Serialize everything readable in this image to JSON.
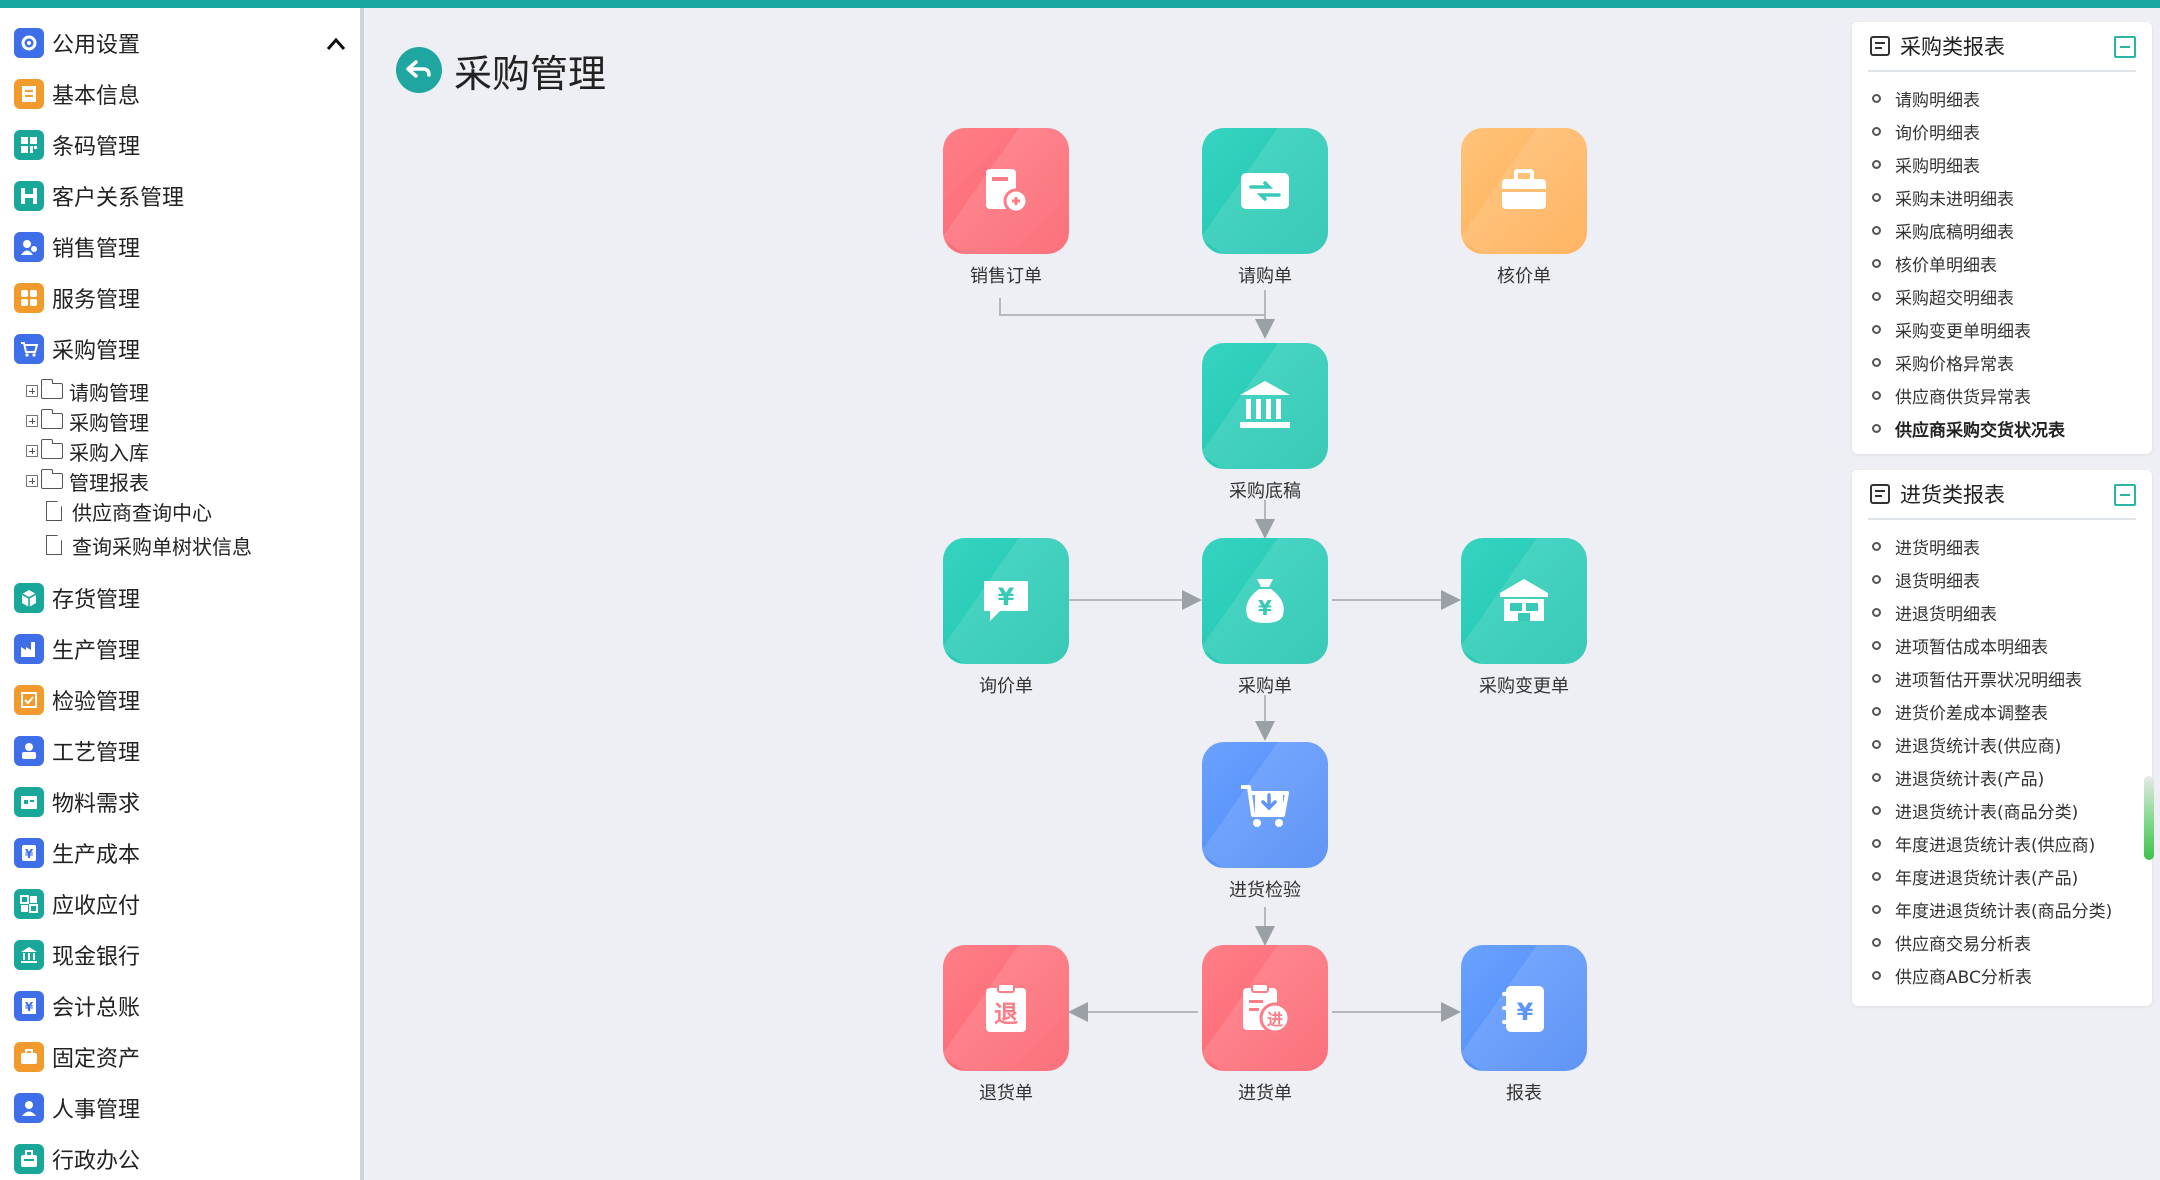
{
  "colors": {
    "accent": "#18a8a0",
    "red": "#fb5d69",
    "teal": "#1ec2ad",
    "orange": "#ffa94c",
    "blue": "#4a86f5"
  },
  "sidebar": {
    "items": [
      {
        "label": "公用设置",
        "icon": "gear-icon",
        "color": "#3f6fe8"
      },
      {
        "label": "基本信息",
        "icon": "document-icon",
        "color": "#f39a2c"
      },
      {
        "label": "条码管理",
        "icon": "barcode-icon",
        "color": "#19a79a"
      },
      {
        "label": "客户关系管理",
        "icon": "customer-icon",
        "color": "#19a79a"
      },
      {
        "label": "销售管理",
        "icon": "sales-icon",
        "color": "#3f6fe8"
      },
      {
        "label": "服务管理",
        "icon": "service-icon",
        "color": "#f39a2c"
      },
      {
        "label": "采购管理",
        "icon": "cart-icon",
        "color": "#3f6fe8"
      },
      {
        "label": "存货管理",
        "icon": "inventory-icon",
        "color": "#19a79a"
      },
      {
        "label": "生产管理",
        "icon": "factory-icon",
        "color": "#3f6fe8"
      },
      {
        "label": "检验管理",
        "icon": "inspection-icon",
        "color": "#f39a2c"
      },
      {
        "label": "工艺管理",
        "icon": "process-icon",
        "color": "#3f6fe8"
      },
      {
        "label": "物料需求",
        "icon": "material-icon",
        "color": "#19a79a"
      },
      {
        "label": "生产成本",
        "icon": "cost-icon",
        "color": "#3f6fe8"
      },
      {
        "label": "应收应付",
        "icon": "receivable-icon",
        "color": "#19a79a"
      },
      {
        "label": "现金银行",
        "icon": "bank-icon",
        "color": "#19a79a"
      },
      {
        "label": "会计总账",
        "icon": "ledger-icon",
        "color": "#3f6fe8"
      },
      {
        "label": "固定资产",
        "icon": "asset-icon",
        "color": "#f39a2c"
      },
      {
        "label": "人事管理",
        "icon": "person-icon",
        "color": "#3f6fe8"
      },
      {
        "label": "行政办公",
        "icon": "office-icon",
        "color": "#19a79a"
      }
    ],
    "tree": [
      {
        "label": "请购管理",
        "type": "folder"
      },
      {
        "label": "采购管理",
        "type": "folder"
      },
      {
        "label": "采购入库",
        "type": "folder"
      },
      {
        "label": "管理报表",
        "type": "folder"
      },
      {
        "label": "供应商查询中心",
        "type": "doc"
      },
      {
        "label": "查询采购单树状信息",
        "type": "doc"
      }
    ]
  },
  "main": {
    "title": "采购管理",
    "flow": {
      "sales_order": "销售订单",
      "purchase_request": "请购单",
      "price_check": "核价单",
      "purchase_draft": "采购底稿",
      "inquiry": "询价单",
      "purchase_order": "采购单",
      "purchase_change": "采购变更单",
      "incoming_inspection": "进货检验",
      "return_order": "退货单",
      "incoming_order": "进货单",
      "report": "报表"
    }
  },
  "panels": [
    {
      "title": "采购类报表",
      "items": [
        "请购明细表",
        "询价明细表",
        "采购明细表",
        "采购未进明细表",
        "采购底稿明细表",
        "核价单明细表",
        "采购超交明细表",
        "采购变更单明细表",
        "采购价格异常表",
        "供应商供货异常表",
        "供应商采购交货状况表"
      ]
    },
    {
      "title": "进货类报表",
      "items": [
        "进货明细表",
        "退货明细表",
        "进退货明细表",
        "进项暂估成本明细表",
        "进项暂估开票状况明细表",
        "进货价差成本调整表",
        "进退货统计表(供应商)",
        "进退货统计表(产品)",
        "进退货统计表(商品分类)",
        "年度进退货统计表(供应商)",
        "年度进退货统计表(产品)",
        "年度进退货统计表(商品分类)",
        "供应商交易分析表",
        "供应商ABC分析表"
      ]
    }
  ]
}
